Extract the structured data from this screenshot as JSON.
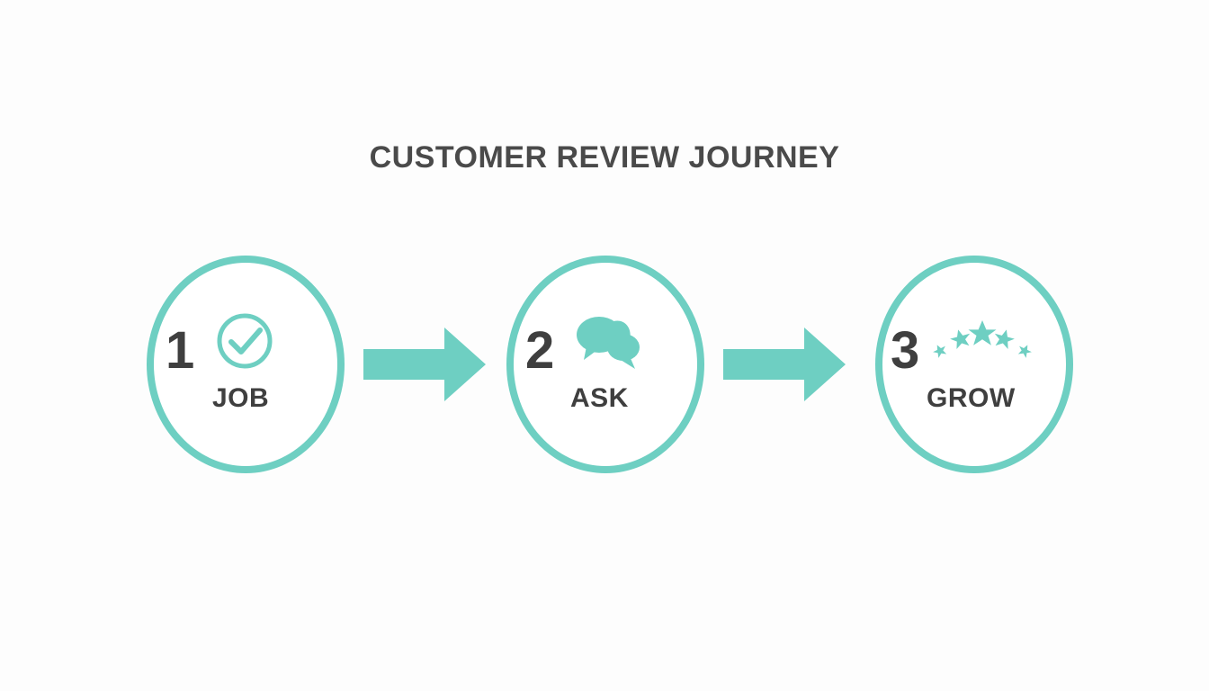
{
  "title": "CUSTOMER REVIEW JOURNEY",
  "colors": {
    "accent_teal": "#6ecfc2",
    "text_dark": "#3f3f3f",
    "title_gray": "#4a4a4a",
    "background": "#fdfdfd"
  },
  "steps": [
    {
      "number": "1",
      "label": "JOB",
      "icon": "check-circle-icon"
    },
    {
      "number": "2",
      "label": "ASK",
      "icon": "speech-bubbles-icon"
    },
    {
      "number": "3",
      "label": "GROW",
      "icon": "five-stars-icon",
      "star_count": 5
    }
  ],
  "connectors": [
    {
      "name": "arrow-1",
      "direction": "right"
    },
    {
      "name": "arrow-2",
      "direction": "right"
    }
  ],
  "diagram_data": {
    "type": "process-flow",
    "orientation": "horizontal",
    "step_count": 3,
    "sequence": [
      "JOB",
      "ASK",
      "GROW"
    ]
  }
}
